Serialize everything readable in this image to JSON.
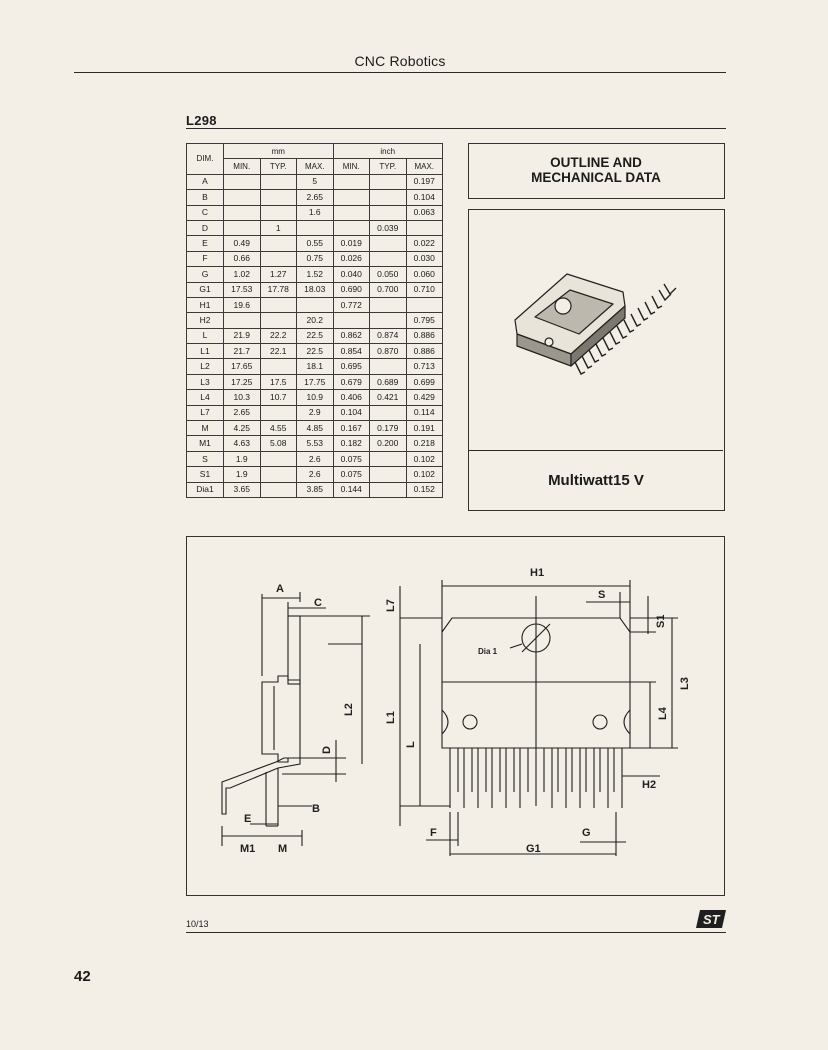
{
  "header": {
    "title": "CNC Robotics"
  },
  "doc_id": "L298",
  "table": {
    "dim_header": "DIM.",
    "group_mm": "mm",
    "group_inch": "inch",
    "sub_headers": [
      "MIN.",
      "TYP.",
      "MAX.",
      "MIN.",
      "TYP.",
      "MAX."
    ],
    "rows": [
      [
        "A",
        "",
        "",
        "5",
        "",
        "",
        "0.197"
      ],
      [
        "B",
        "",
        "",
        "2.65",
        "",
        "",
        "0.104"
      ],
      [
        "C",
        "",
        "",
        "1.6",
        "",
        "",
        "0.063"
      ],
      [
        "D",
        "",
        "1",
        "",
        "",
        "0.039",
        ""
      ],
      [
        "E",
        "0.49",
        "",
        "0.55",
        "0.019",
        "",
        "0.022"
      ],
      [
        "F",
        "0.66",
        "",
        "0.75",
        "0.026",
        "",
        "0.030"
      ],
      [
        "G",
        "1.02",
        "1.27",
        "1.52",
        "0.040",
        "0.050",
        "0.060"
      ],
      [
        "G1",
        "17.53",
        "17.78",
        "18.03",
        "0.690",
        "0.700",
        "0.710"
      ],
      [
        "H1",
        "19.6",
        "",
        "",
        "0.772",
        "",
        ""
      ],
      [
        "H2",
        "",
        "",
        "20.2",
        "",
        "",
        "0.795"
      ],
      [
        "L",
        "21.9",
        "22.2",
        "22.5",
        "0.862",
        "0.874",
        "0.886"
      ],
      [
        "L1",
        "21.7",
        "22.1",
        "22.5",
        "0.854",
        "0.870",
        "0.886"
      ],
      [
        "L2",
        "17.65",
        "",
        "18.1",
        "0.695",
        "",
        "0.713"
      ],
      [
        "L3",
        "17.25",
        "17.5",
        "17.75",
        "0.679",
        "0.689",
        "0.699"
      ],
      [
        "L4",
        "10.3",
        "10.7",
        "10.9",
        "0.406",
        "0.421",
        "0.429"
      ],
      [
        "L7",
        "2.65",
        "",
        "2.9",
        "0.104",
        "",
        "0.114"
      ],
      [
        "M",
        "4.25",
        "4.55",
        "4.85",
        "0.167",
        "0.179",
        "0.191"
      ],
      [
        "M1",
        "4.63",
        "5.08",
        "5.53",
        "0.182",
        "0.200",
        "0.218"
      ],
      [
        "S",
        "1.9",
        "",
        "2.6",
        "0.075",
        "",
        "0.102"
      ],
      [
        "S1",
        "1.9",
        "",
        "2.6",
        "0.075",
        "",
        "0.102"
      ],
      [
        "Dia1",
        "3.65",
        "",
        "3.85",
        "0.144",
        "",
        "0.152"
      ]
    ]
  },
  "outline": {
    "line1": "OUTLINE AND",
    "line2": "MECHANICAL DATA"
  },
  "package": {
    "name": "Multiwatt15 V"
  },
  "drawing_labels": {
    "A": "A",
    "C": "C",
    "L7": "L7",
    "L2": "L2",
    "L1": "L1",
    "L": "L",
    "D": "D",
    "B": "B",
    "E": "E",
    "M1": "M1",
    "M": "M",
    "H1": "H1",
    "S": "S",
    "S1": "S1",
    "Dia1": "Dia 1",
    "L3": "L3",
    "L4": "L4",
    "H2": "H2",
    "F": "F",
    "G": "G",
    "G1": "G1"
  },
  "footer": {
    "page_ref": "10/13",
    "page_number": "42",
    "logo_text": "ST"
  }
}
